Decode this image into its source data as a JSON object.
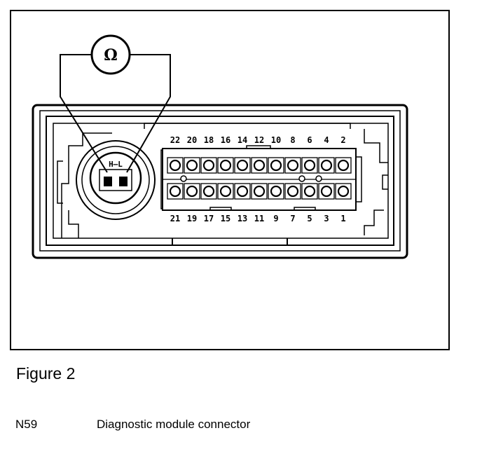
{
  "ohmmeter": {
    "symbol": "Ω"
  },
  "round_socket": {
    "label": "H–L"
  },
  "pins_top_row": [
    "22",
    "20",
    "18",
    "16",
    "14",
    "12",
    "10",
    "8",
    "6",
    "4",
    "2"
  ],
  "pins_bottom_row": [
    "21",
    "19",
    "17",
    "15",
    "13",
    "11",
    "9",
    "7",
    "5",
    "3",
    "1"
  ],
  "caption": {
    "figure": "Figure 2"
  },
  "legend": {
    "code": "N59",
    "description": "Diagnostic module connector"
  }
}
